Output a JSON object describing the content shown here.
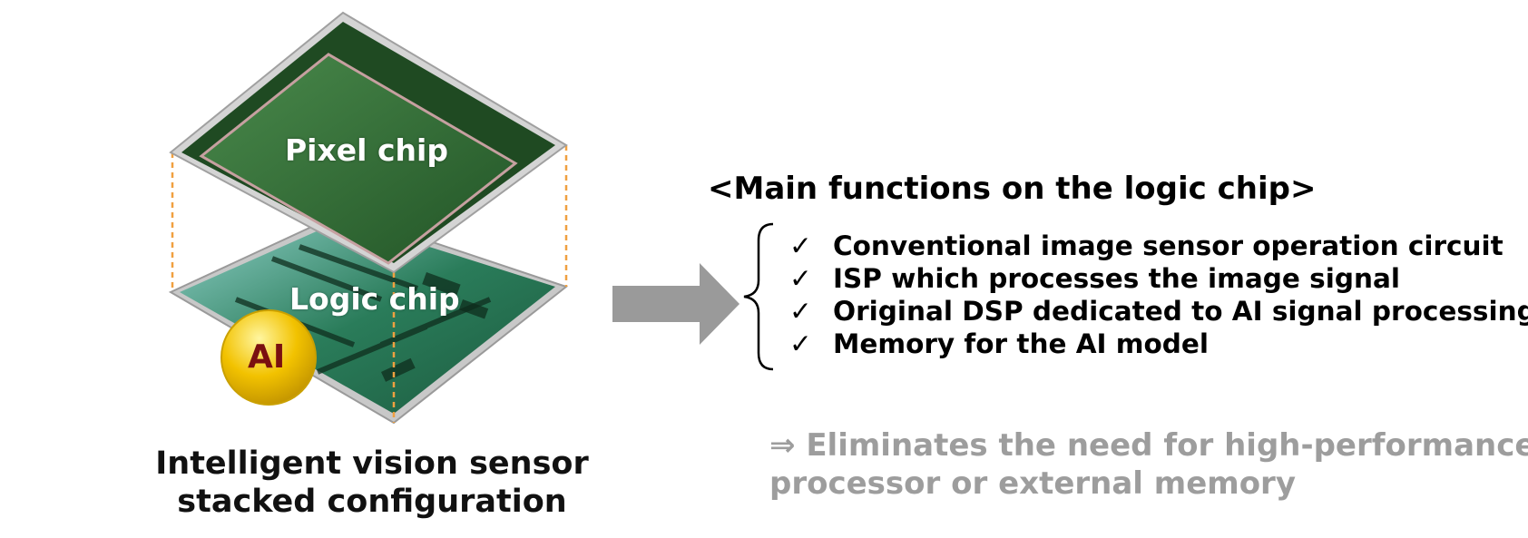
{
  "diagram": {
    "chips": {
      "pixel_chip_label": "Pixel chip",
      "logic_chip_label": "Logic chip",
      "ai_badge_label": "AI"
    },
    "caption_line1": "Intelligent vision sensor",
    "caption_line2": "stacked configuration",
    "heading": "<Main functions on the logic chip>",
    "functions": [
      "Conventional image sensor operation circuit",
      "ISP which processes the image signal",
      "Original DSP dedicated to AI signal processing",
      "Memory for the AI model"
    ],
    "check_glyph": "✓",
    "conclusion_line1": "⇒  Eliminates the need for high-performance",
    "conclusion_line2": "processor or external memory",
    "colors": {
      "pixel_chip": "#2e6b32",
      "logic_chip": "#2a7c5a",
      "ai_badge": "#f2c200",
      "ai_text": "#7a1010",
      "arrow": "#9a9a9a",
      "conclusion_text": "#9d9d9d",
      "dashed_guides": "#f0a040"
    }
  }
}
